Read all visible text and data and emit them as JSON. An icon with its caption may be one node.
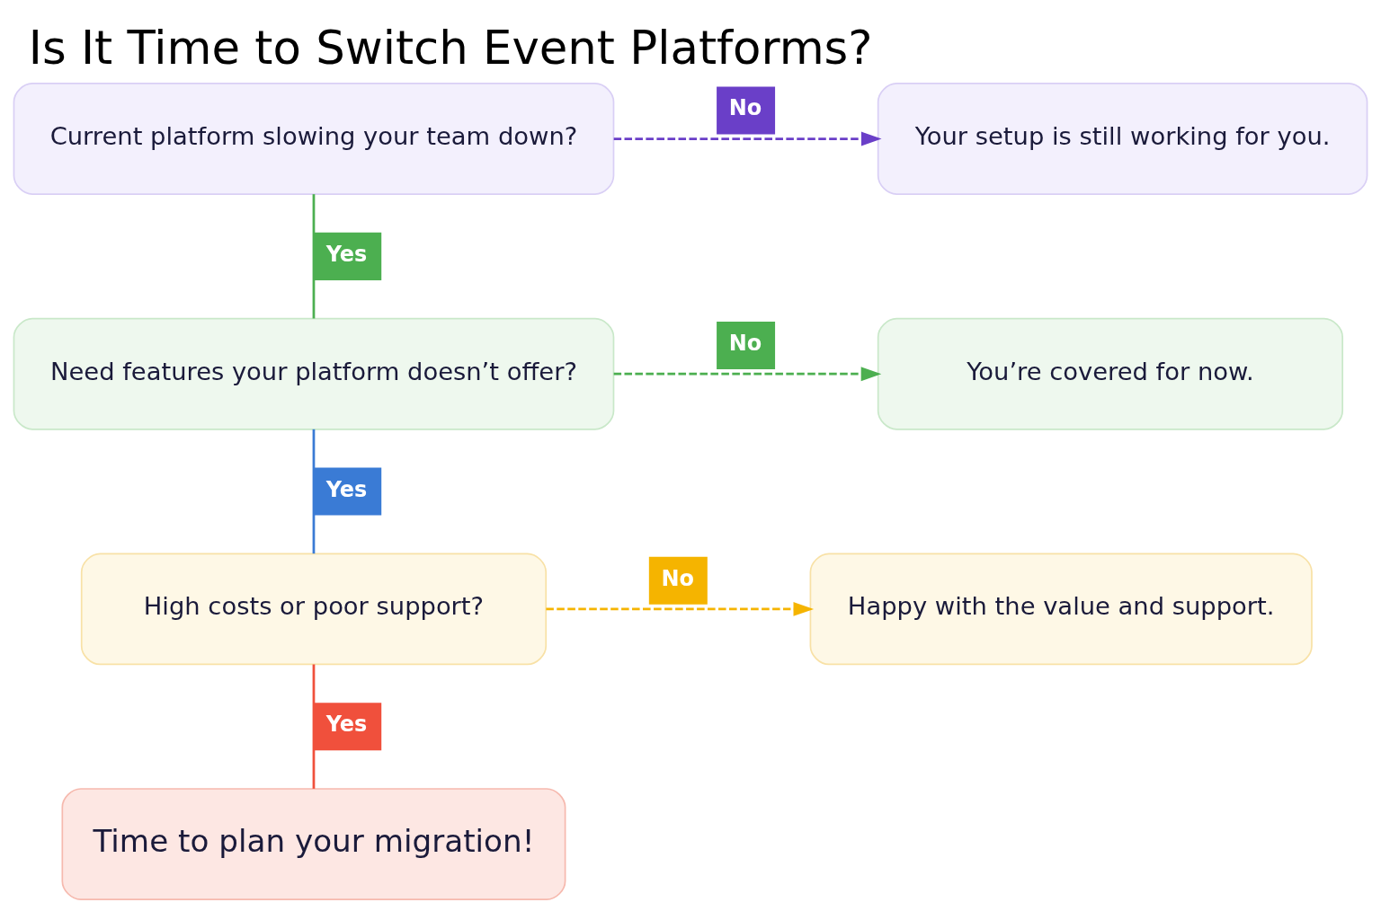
{
  "diagram": {
    "title": "Is It Time to Switch Event Platforms?",
    "nodes": [
      {
        "text": [
          "Current platform slowing your team down?"
        ]
      },
      {
        "text": [
          "Your setup is still working for you."
        ]
      },
      {
        "text": [
          "Need features your platform doesn’t offer?"
        ]
      },
      {
        "text": [
          "You’re covered for now."
        ]
      },
      {
        "text": [
          "High costs or poor support?"
        ]
      },
      {
        "text": [
          "Happy with the value and support."
        ]
      },
      {
        "text": [
          "Time to plan your migration!"
        ]
      }
    ],
    "edges": [
      {
        "from": 0,
        "to": 1,
        "arrow": "to",
        "label": "No",
        "style": "dashed",
        "color": "#6a3fc8"
      },
      {
        "from": 0,
        "to": 2,
        "arrow": "none",
        "label": "Yes",
        "color": "#4caf50"
      },
      {
        "from": 2,
        "to": 3,
        "arrow": "to",
        "label": "No",
        "style": "dashed",
        "color": "#4caf50"
      },
      {
        "from": 2,
        "to": 4,
        "arrow": "none",
        "label": "Yes",
        "color": "#3a7bd5"
      },
      {
        "from": 4,
        "to": 5,
        "arrow": "to",
        "label": "No",
        "style": "dashed",
        "color": "#f5b400"
      },
      {
        "from": 4,
        "to": 6,
        "arrow": "none",
        "label": "Yes",
        "color": "#f0503c"
      }
    ]
  }
}
